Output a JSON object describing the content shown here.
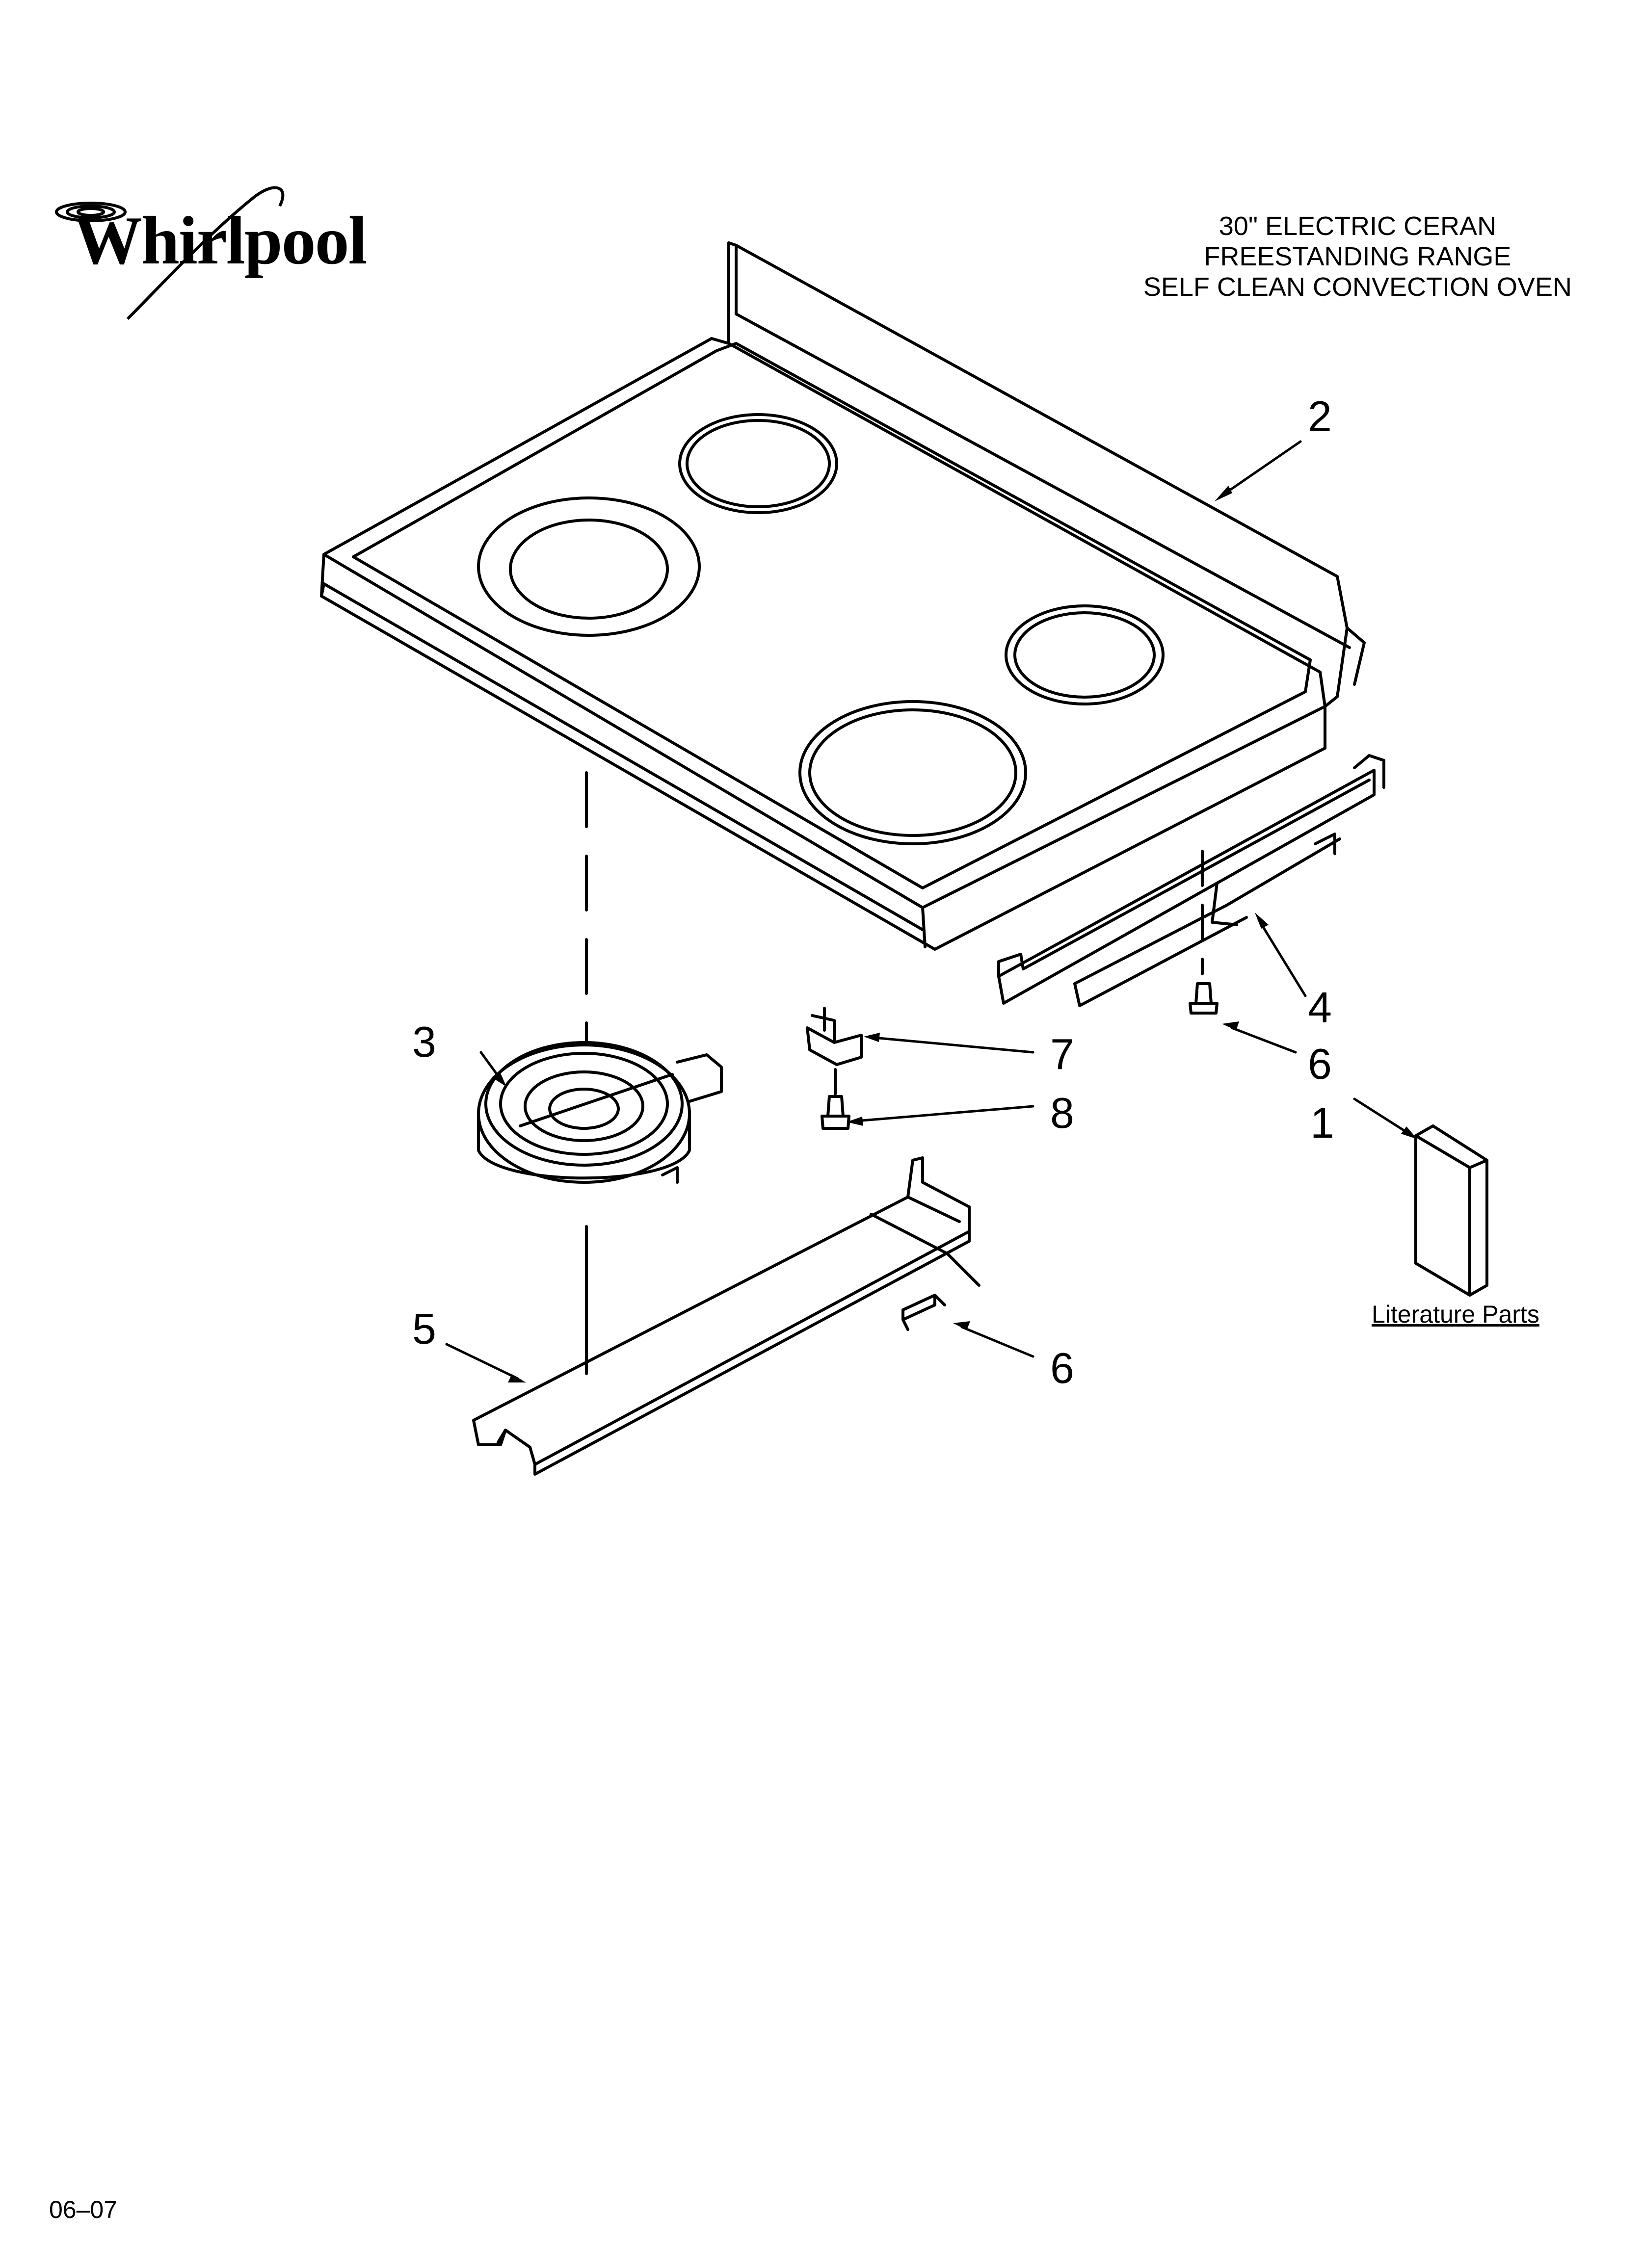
{
  "logo": {
    "brand": "Whirlpool"
  },
  "title": {
    "line1": "30\" ELECTRIC CERAN",
    "line2": "FREESTANDING RANGE",
    "line3": "SELF CLEAN CONVECTION OVEN"
  },
  "callouts": {
    "c1": "1",
    "c2": "2",
    "c3": "3",
    "c4": "4",
    "c5": "5",
    "c6a": "6",
    "c6b": "6",
    "c7": "7",
    "c8": "8"
  },
  "literature": {
    "label": "Literature Parts"
  },
  "footer": {
    "date": "06–07"
  },
  "colors": {
    "line": "#000000",
    "background": "#ffffff"
  }
}
